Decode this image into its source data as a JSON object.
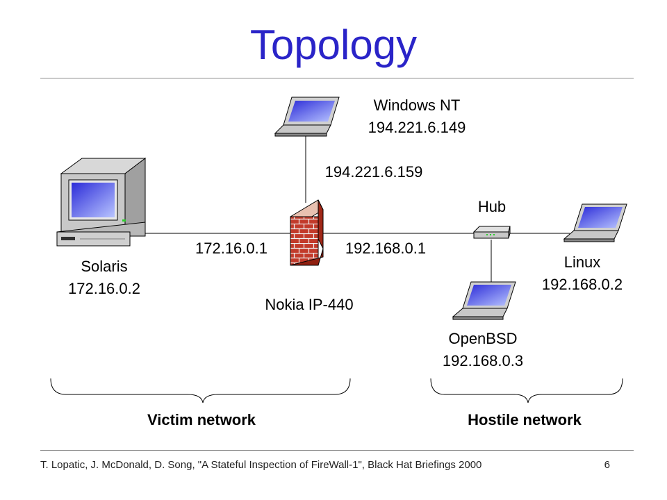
{
  "title": "Topology",
  "nodes": {
    "windows": {
      "name": "Windows NT",
      "ip": "194.221.6.149"
    },
    "solaris": {
      "name": "Solaris",
      "ip": "172.16.0.2"
    },
    "linux": {
      "name": "Linux",
      "ip": "192.168.0.2"
    },
    "openbsd": {
      "name": "OpenBSD",
      "ip": "192.168.0.3"
    },
    "hub": {
      "name": "Hub"
    },
    "firewall": {
      "name": "Nokia IP-440",
      "ip_top": "194.221.6.159",
      "ip_left": "172.16.0.1",
      "ip_right": "192.168.0.1"
    }
  },
  "networks": {
    "victim": "Victim network",
    "hostile": "Hostile network"
  },
  "footer": {
    "citation": "T. Lopatic, J. McDonald, D. Song, \"A Stateful Inspection of FireWall-1\", Black Hat Briefings 2000",
    "page": "6"
  }
}
